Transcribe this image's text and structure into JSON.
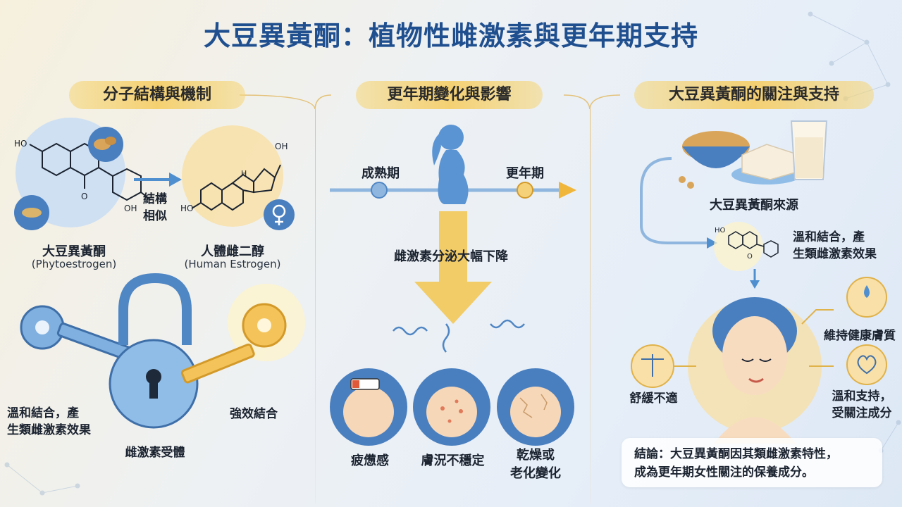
{
  "title": "大豆異黃酮：植物性雌激素與更年期支持",
  "sections": {
    "left": "分子結構與機制",
    "middle": "更年期變化與影響",
    "right": "大豆異黃酮的關注與支持"
  },
  "left": {
    "isoflavone_name": "大豆異黃酮",
    "isoflavone_en": "(Phytoestrogen)",
    "estradiol_name": "人體雌二醇",
    "estradiol_en": "(Human Estrogen)",
    "similar_line1": "結構",
    "similar_line2": "相似",
    "mol_ho1": "HO",
    "mol_o": "O",
    "mol_oh": "OH",
    "est_oh": "OH",
    "est_ho": "HO",
    "est_h": "H",
    "weak_bind_line1": "溫和結合，產",
    "weak_bind_line2": "生類雌激素效果",
    "receptor": "雌激素受體",
    "strong_bind": "強效結合"
  },
  "middle": {
    "mature": "成熟期",
    "menopause": "更年期",
    "decline": "雌激素分泌大幅下降",
    "fatigue": "疲憊感",
    "skin": "膚況不穩定",
    "dry_line1": "乾燥或",
    "dry_line2": "老化變化"
  },
  "right": {
    "source": "大豆異黃酮來源",
    "mol_ho": "HO",
    "mol_o": "O",
    "weak_bind_line1": "溫和結合，產",
    "weak_bind_line2": "生類雌激素效果",
    "skin_health": "維持健康膚質",
    "relief": "舒緩不適",
    "support_line1": "溫和支持，",
    "support_line2": "受關注成分",
    "conclusion_line1": "結論：大豆異黃酮因其類雌激素特性，",
    "conclusion_line2": "成為更年期女性關注的保養成分。"
  },
  "colors": {
    "title": "#1f4f8f",
    "pill": "#f4cf6a",
    "blue_accent": "#4f8fd0",
    "gold_accent": "#f0b63c"
  }
}
